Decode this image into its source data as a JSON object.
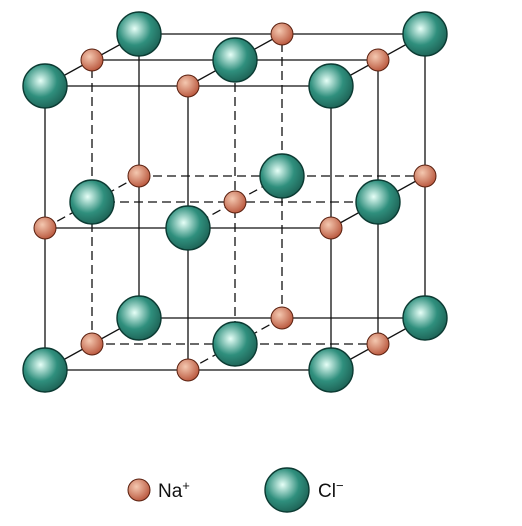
{
  "diagram": {
    "type": "crystal-lattice",
    "structure": "rock-salt",
    "colors": {
      "edge": "#111111",
      "na_fill": "#b8543a",
      "na_highlight": "#f4c8b0",
      "cl_fill": "#2f8f7d",
      "cl_highlight": "#e6fff7"
    }
  },
  "legend": {
    "items": [
      {
        "ion": "na",
        "label": "Na",
        "charge": "+"
      },
      {
        "ion": "cl",
        "label": "Cl",
        "charge": "−"
      }
    ]
  }
}
